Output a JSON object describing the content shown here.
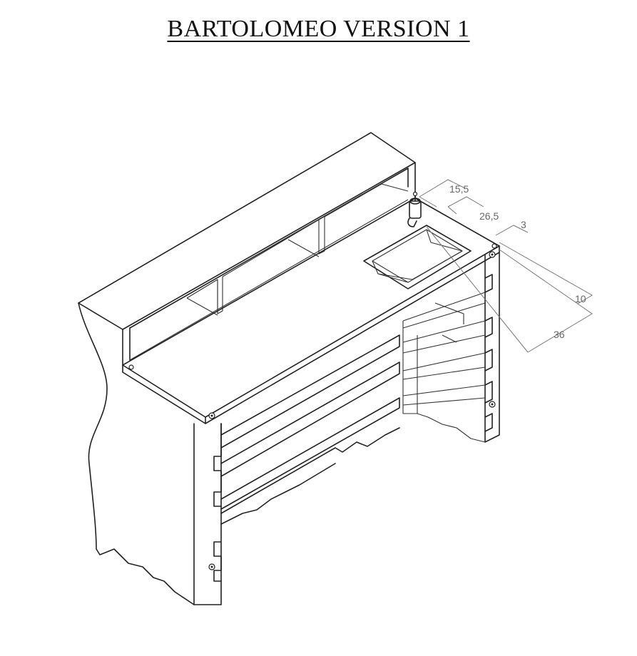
{
  "title": "BARTOLOMEO VERSION 1",
  "dimensions": {
    "d1": "15,5",
    "d2": "26,5",
    "d3": "3",
    "d4": "10",
    "d5": "36"
  }
}
